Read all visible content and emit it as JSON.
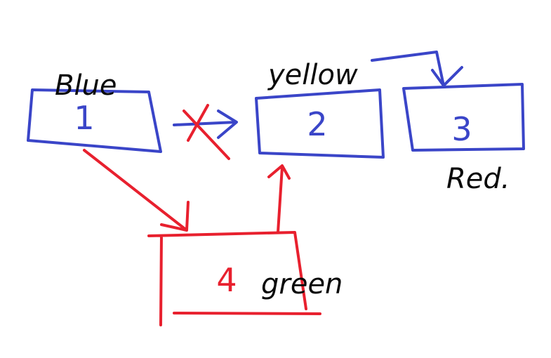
{
  "colors": {
    "blue": "#3a45c8",
    "red": "#e8202e",
    "ink": "#0a0a0a"
  },
  "nodes": [
    {
      "number": "1",
      "label": "Blue"
    },
    {
      "number": "2",
      "label": "yellow"
    },
    {
      "number": "3",
      "label": "Red."
    },
    {
      "number": "4",
      "label": "green"
    }
  ]
}
